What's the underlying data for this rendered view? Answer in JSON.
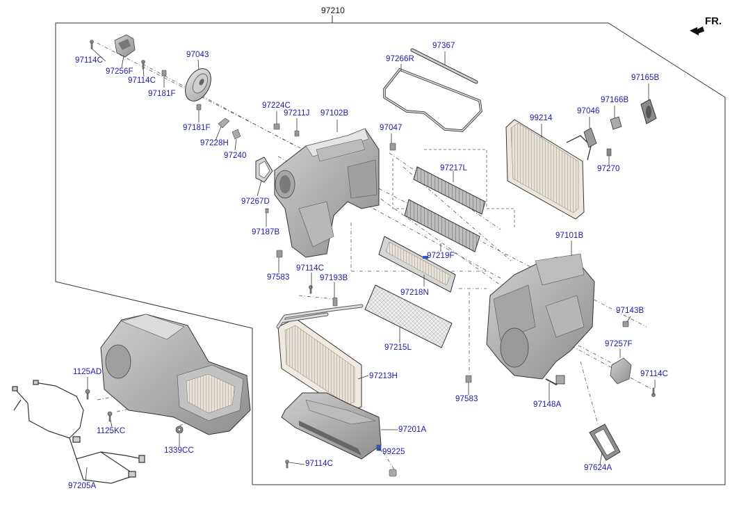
{
  "diagram": {
    "main_assembly": "97210",
    "direction_label": "FR.",
    "part_labels": [
      {
        "id": "97114C"
      },
      {
        "id": "97256F"
      },
      {
        "id": "97114C"
      },
      {
        "id": "97043"
      },
      {
        "id": "97181F"
      },
      {
        "id": "97181F"
      },
      {
        "id": "97228H"
      },
      {
        "id": "97240"
      },
      {
        "id": "97224C"
      },
      {
        "id": "97211J"
      },
      {
        "id": "97102B"
      },
      {
        "id": "97047"
      },
      {
        "id": "97266R"
      },
      {
        "id": "97367"
      },
      {
        "id": "97267D"
      },
      {
        "id": "97187B"
      },
      {
        "id": "97583"
      },
      {
        "id": "97114C"
      },
      {
        "id": "97193B"
      },
      {
        "id": "97217L"
      },
      {
        "id": "97219F"
      },
      {
        "id": "97218N"
      },
      {
        "id": "97215L"
      },
      {
        "id": "97213H"
      },
      {
        "id": "97201A"
      },
      {
        "id": "99225"
      },
      {
        "id": "97114C"
      },
      {
        "id": "99214"
      },
      {
        "id": "97165B"
      },
      {
        "id": "97166B"
      },
      {
        "id": "97046"
      },
      {
        "id": "97270"
      },
      {
        "id": "97101B"
      },
      {
        "id": "97143B"
      },
      {
        "id": "97257F"
      },
      {
        "id": "97114C"
      },
      {
        "id": "97583"
      },
      {
        "id": "97148A"
      },
      {
        "id": "97624A"
      },
      {
        "id": "1125AD"
      },
      {
        "id": "1125KC"
      },
      {
        "id": "1339CC"
      },
      {
        "id": "97205A"
      }
    ]
  }
}
